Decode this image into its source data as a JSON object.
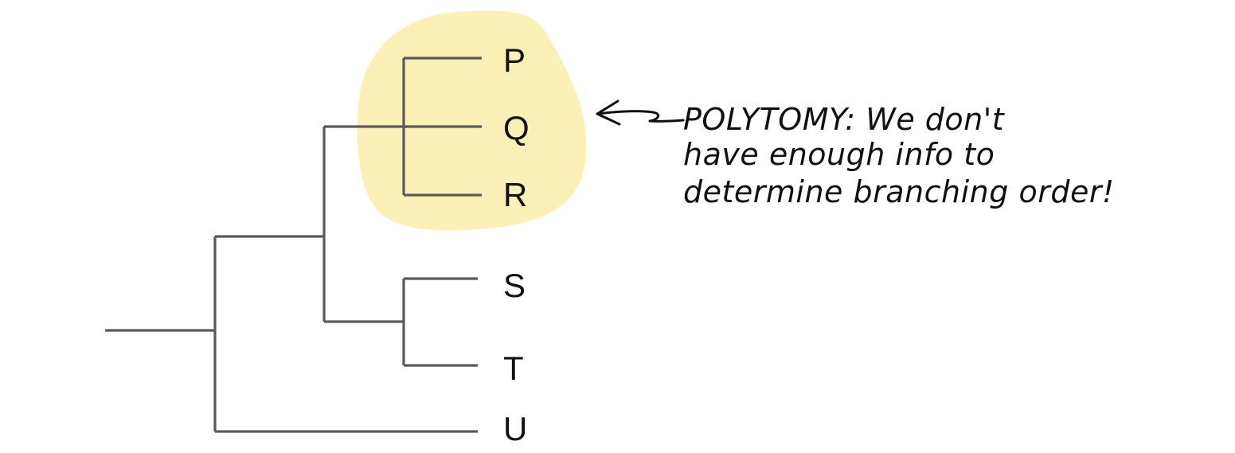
{
  "tree": {
    "leaves": [
      "P",
      "Q",
      "R",
      "S",
      "T",
      "U"
    ],
    "polytomy_highlight_color": "#fbf1b6",
    "branch_color": "#5a5a5a"
  },
  "annotation": {
    "lines": [
      "POLYTOMY: We don't",
      "have enough info to",
      "determine branching order!"
    ]
  }
}
